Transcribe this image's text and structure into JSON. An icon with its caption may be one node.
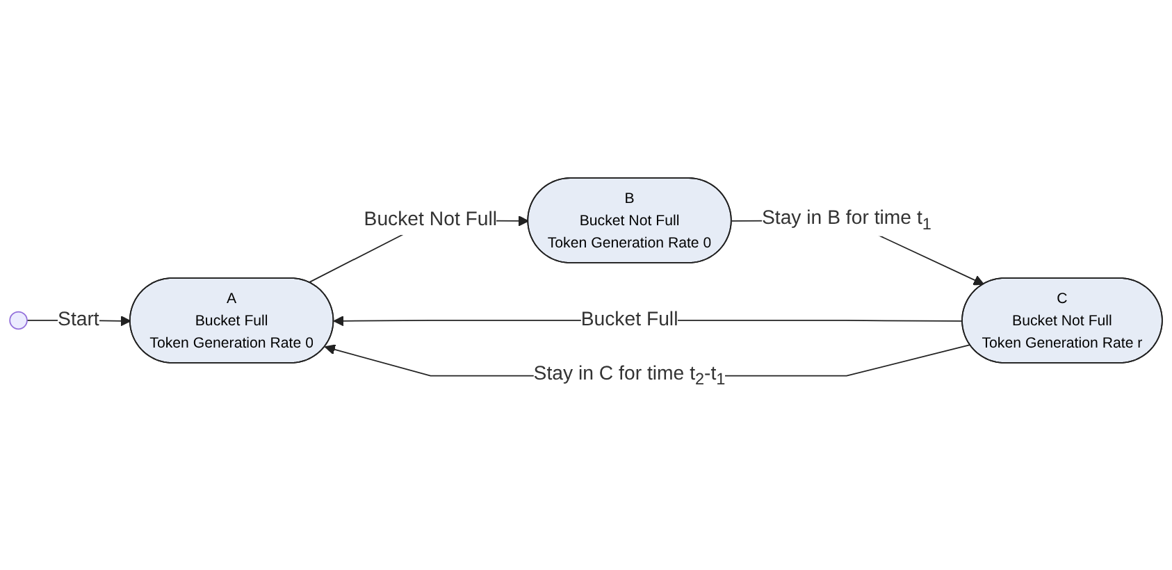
{
  "diagram": {
    "nodes": [
      {
        "text": [],
        "shape": "circle"
      },
      {
        "text": [
          "A",
          "Bucket Full",
          "Token Generation Rate 0"
        ]
      },
      {
        "text": [
          "B",
          "Bucket Not Full",
          "Token Generation Rate 0"
        ]
      },
      {
        "text": [
          "C",
          "Bucket Not Full",
          "Token Generation Rate r"
        ]
      }
    ],
    "edges": [
      {
        "from": 0,
        "to": 1,
        "arrow": "to",
        "label": "Start"
      },
      {
        "from": 1,
        "to": 2,
        "arrow": "to",
        "label": "Bucket Not Full"
      },
      {
        "from": 2,
        "to": 3,
        "arrow": "to",
        "label": "Stay in B for time t$_{1}$"
      },
      {
        "from": 3,
        "to": 1,
        "arrow": "to",
        "label": "Bucket Full"
      },
      {
        "from": 3,
        "to": 1,
        "arrow": "to",
        "label": "Stay in C for time t$_{2}$-t$_{1}$"
      }
    ]
  }
}
